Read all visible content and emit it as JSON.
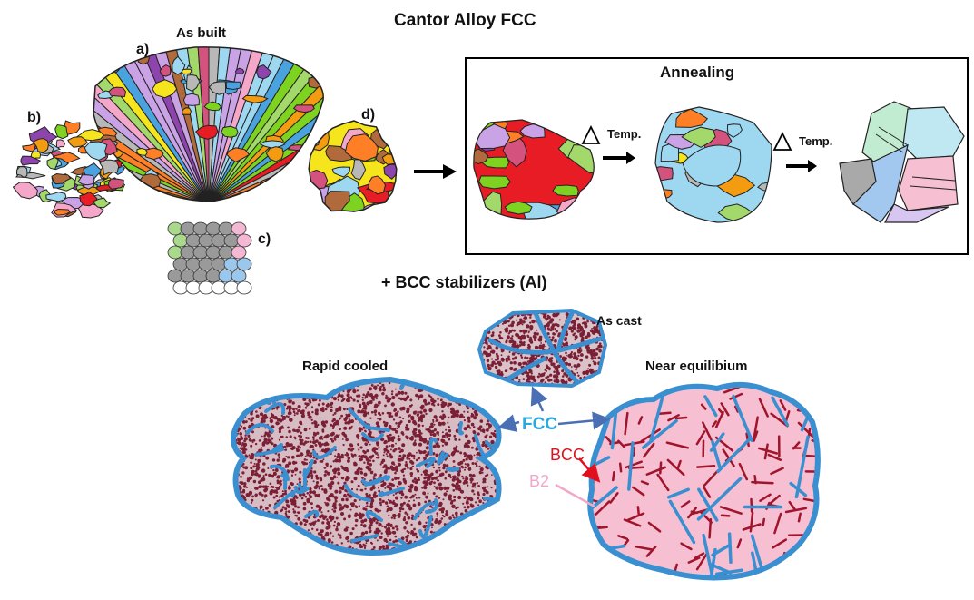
{
  "title": "Cantor Alloy FCC",
  "top": {
    "as_built_label": "As built",
    "panel_labels": {
      "a": "a)",
      "b": "b)",
      "c": "c)",
      "d": "d)"
    }
  },
  "annealing": {
    "title": "Annealing",
    "step_labels": [
      "Temp.",
      "Temp."
    ]
  },
  "bottom": {
    "title": "+ BCC stabilizers (Al)",
    "as_cast_label": "As cast",
    "rapid_cooled_label": "Rapid cooled",
    "near_equilibrium_label": "Near equilibium",
    "fcc_label": "FCC",
    "bcc_label": "BCC",
    "b2_label": "B2"
  },
  "colors": {
    "fcc": "#3a8fd0",
    "fcc_text": "#29a9e0",
    "matrix_dark": "#7a1f34",
    "bcc": "#e0101e",
    "b2": "#f1a8c8",
    "b2_fill": "#f6bfd2",
    "arrow": "#4a6fb5",
    "grain_palette": [
      "#8e44ad",
      "#d4537e",
      "#f39c12",
      "#f6e51c",
      "#7ed321",
      "#4aa3df",
      "#b06a3c",
      "#b8b8b8",
      "#f5a7c9",
      "#c9a3e6",
      "#ff7f27",
      "#a3d86a",
      "#9dd7f0",
      "#e81c24"
    ]
  }
}
